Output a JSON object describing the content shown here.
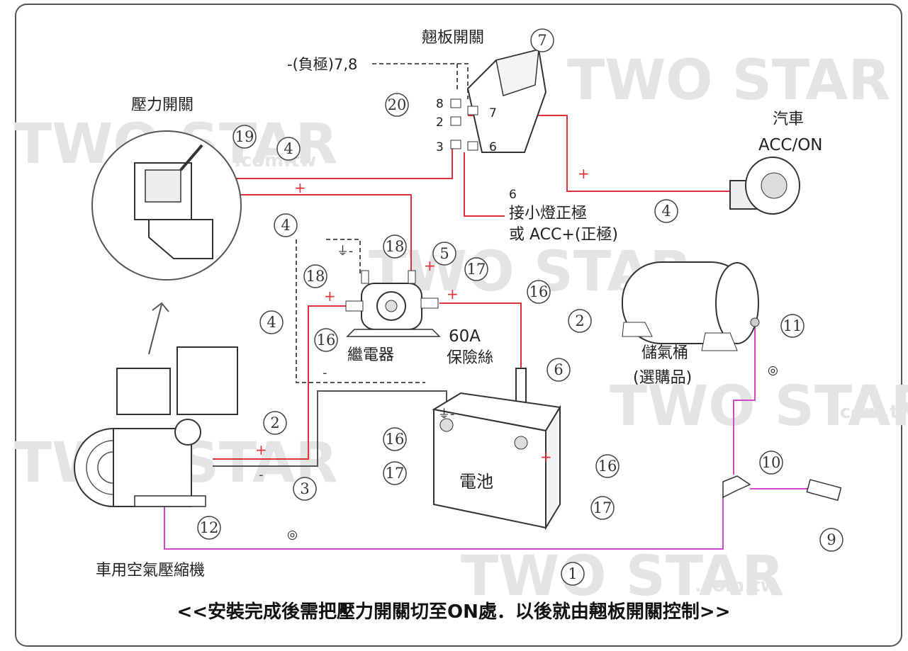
{
  "labels": {
    "rocker_switch": "翹板開關",
    "neg_pole": "-(負極)7,8",
    "pressure_switch": "壓力開關",
    "car": "汽車",
    "acc_on": "ACC/ON",
    "term6_num": "6",
    "term6_line1": "接小燈正極",
    "term6_line2": "或 ACC+(正極)",
    "relay": "繼電器",
    "fuse_rating": "60A",
    "fuse": "保險絲",
    "tank": "儲氣桶",
    "tank_optional": "(選購品)",
    "battery": "電池",
    "compressor": "車用空氣壓縮機",
    "footer": "<<安裝完成後需把壓力開關切至ON處．以後就由翹板開關控制>>"
  },
  "switch_pins": {
    "p8": "8",
    "p2": "2",
    "p3": "3",
    "p7": "7",
    "p6": "6"
  },
  "callouts": {
    "c1": "1",
    "c2a": "2",
    "c2b": "2",
    "c3": "3",
    "c4a": "4",
    "c4b": "4",
    "c4c": "4",
    "c4d": "4",
    "c5": "5",
    "c6": "6",
    "c7": "7",
    "c9": "9",
    "c10": "10",
    "c11": "11",
    "c12": "12",
    "c16a": "16",
    "c16b": "16",
    "c16c": "16",
    "c16d": "16",
    "c17a": "17",
    "c17b": "17",
    "c17c": "17",
    "c18a": "18",
    "c18b": "18",
    "c19": "19",
    "c20": "20"
  },
  "symbols": {
    "plus": "+",
    "minus": "-",
    "ground": "⏚-",
    "fitting": "◎"
  },
  "watermark": {
    "text": "TWO STAR",
    "suffix": ".com.tw"
  },
  "colors": {
    "positive_wire": "#e0303a",
    "air_hose": "#d04ac8",
    "wire": "#555555",
    "frame": "#444444"
  }
}
